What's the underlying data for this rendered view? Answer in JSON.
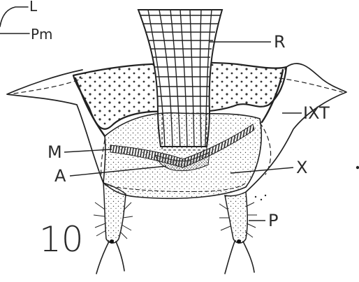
{
  "figure": {
    "number": "10",
    "labels": {
      "L": "L",
      "Pm": "Pm",
      "R": "R",
      "IXT": "IXT",
      "M": "M",
      "A": "A",
      "X": "X",
      "P": "P"
    }
  }
}
